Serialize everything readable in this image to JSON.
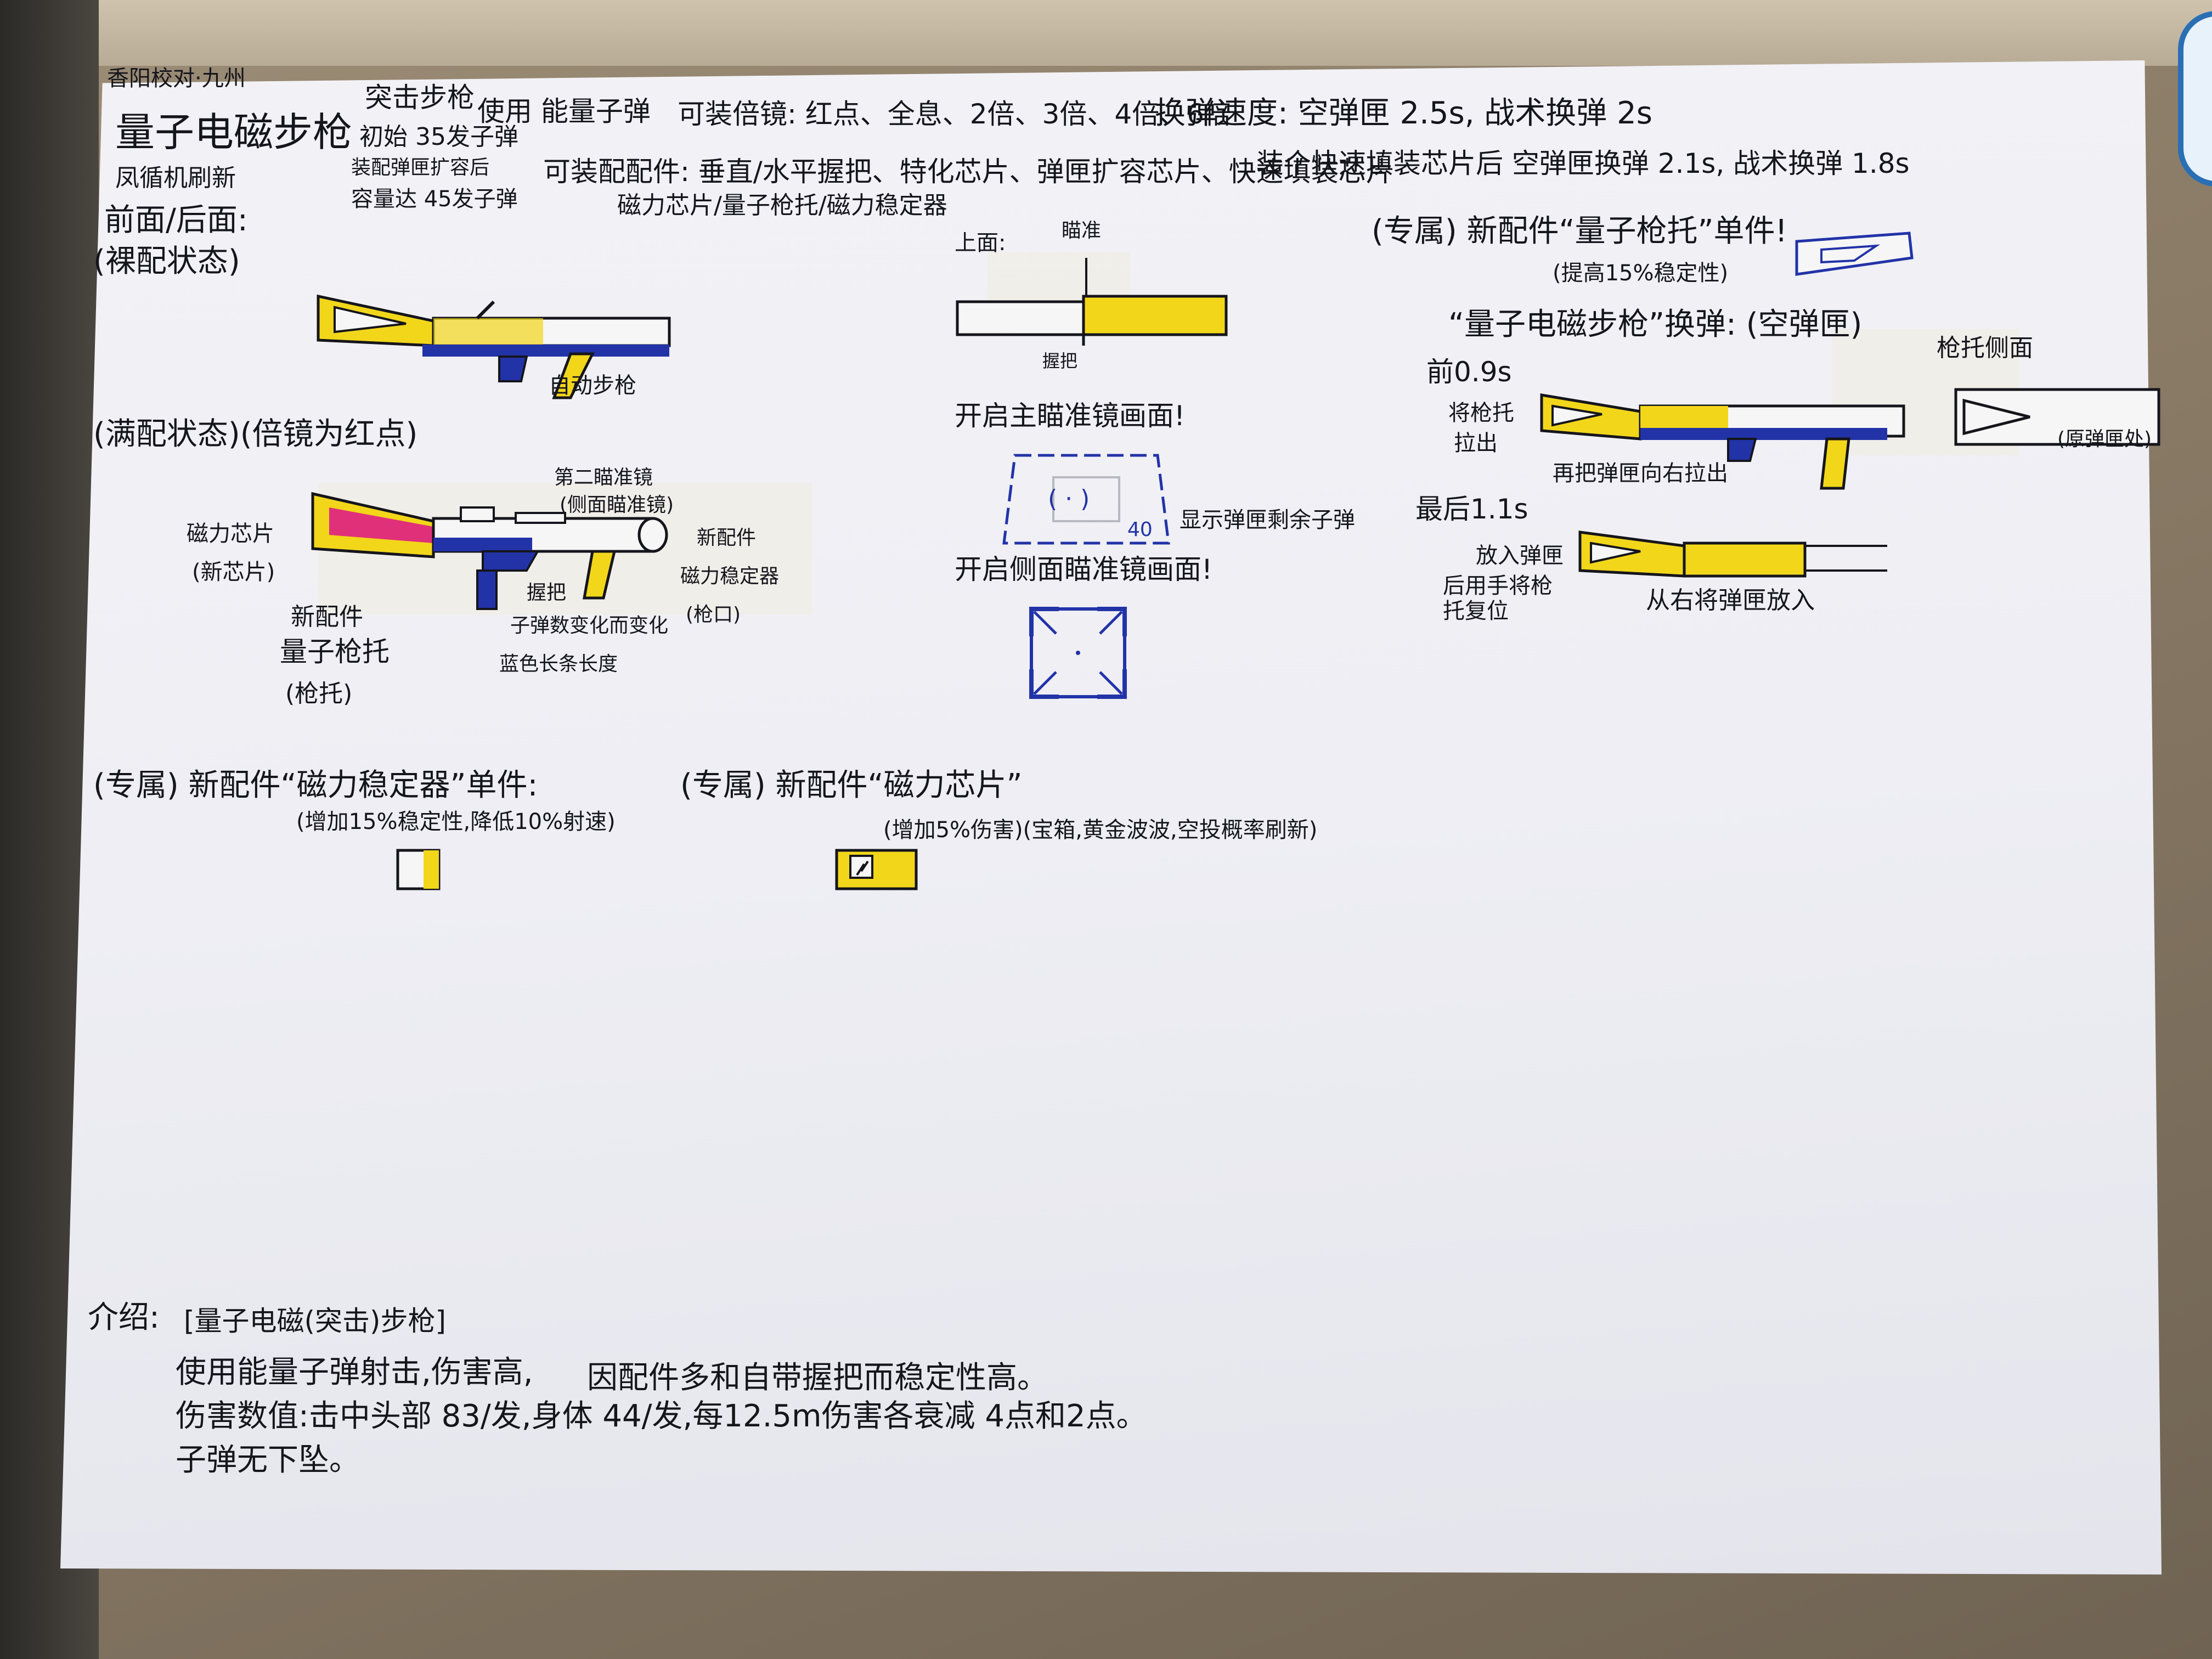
{
  "header": {
    "corner_note": "香阳校对·九州",
    "title": "量子电磁步枪",
    "subtitle": "凤循机刷新",
    "view": "前面/后面:",
    "bare_state": "(裸配状态)"
  },
  "specs": {
    "type": "突击步枪",
    "ammo": "使用 能量子弹",
    "initial_capacity": "初始 35发子弹",
    "attachments_left": "装配弹匣扩容后",
    "max_capacity": "容量达 45发子弹",
    "scopes": "可装倍镜: 红点、全息、2倍、3倍、4倍、6倍",
    "reload_speed": "换弹速度: 空弹匣 2.5s, 战术换弹 2s",
    "attachable": "可装配配件: 垂直/水平握把、特化芯片、弹匣扩容芯片、快速填装芯片",
    "reload_upgrade": "装个快速填装芯片后 空弹匣换弹 2.1s, 战术换弹 1.8s",
    "special_parts": "磁力芯片/量子枪托/磁力稳定器"
  },
  "bare_gun": {
    "label": "自动步枪"
  },
  "full_state": {
    "title": "(满配状态)(倍镜为红点)",
    "magnetic_chip": "磁力芯片",
    "new_chip": "(新芯片)",
    "second_sight": "第二瞄准镜",
    "holo_sight": "(侧面瞄准镜)",
    "new_part": "新配件",
    "stabilizer": "磁力稳定器",
    "muzzle": "(枪口)",
    "new_part_2": "新配件",
    "quantum_stock": "量子枪托",
    "stock": "(枪托)",
    "grip": "握把",
    "ammo_color": "子弹数变化而变化",
    "blue_bar": "蓝色长条长度"
  },
  "top_view": {
    "label": "上面:",
    "top_note": "瞄准",
    "bottom_note": "握把",
    "main_scope": "开启主瞄准镜画面!",
    "side_scope": "开启侧面瞄准镜画面!",
    "ammo_count": "40",
    "ammo_note": "显示弹匣剩余子弹",
    "reticle": "( · )"
  },
  "stock_part": {
    "title": "(专属) 新配件“量子枪托”单件!",
    "effect": "(提高15%稳定性)"
  },
  "reload": {
    "title": "“量子电磁步枪”换弹: (空弹匣)",
    "front_time": "前0.9s",
    "front_note1": "将枪托",
    "front_note2": "拉出",
    "grip_note": "再把弹匣向右拉出",
    "side_label": "枪托侧面",
    "mag_label": "(原弹匣处)",
    "back_time": "最后1.1s",
    "back_note1": "放入弹匣",
    "back_note2": "后用手将枪托复位",
    "back_note3": "从右将弹匣放入"
  },
  "stabilizer_part": {
    "title": "(专属) 新配件“磁力稳定器”单件:",
    "effect": "(增加15%稳定性,降低10%射速)"
  },
  "chip_part": {
    "title": "(专属) 新配件“磁力芯片”",
    "effect": "(增加5%伤害)(宝箱,黄金波波,空投概率刷新)"
  },
  "intro": {
    "label": "介绍:",
    "name": "[量子电磁(突击)步枪]",
    "line1": "使用能量子弹射击,伤害高,",
    "line1b": "因配件多和自带握把而稳定性高。",
    "line2": "伤害数值:击中头部 83/发,身体 44/发,每12.5m伤害各衰减 4点和2点。",
    "line3": "子弹无下坠。"
  },
  "colors": {
    "yellow": "#f2d61a",
    "blue": "#2233a8",
    "pink": "#e0307a",
    "ink": "#15151c"
  }
}
